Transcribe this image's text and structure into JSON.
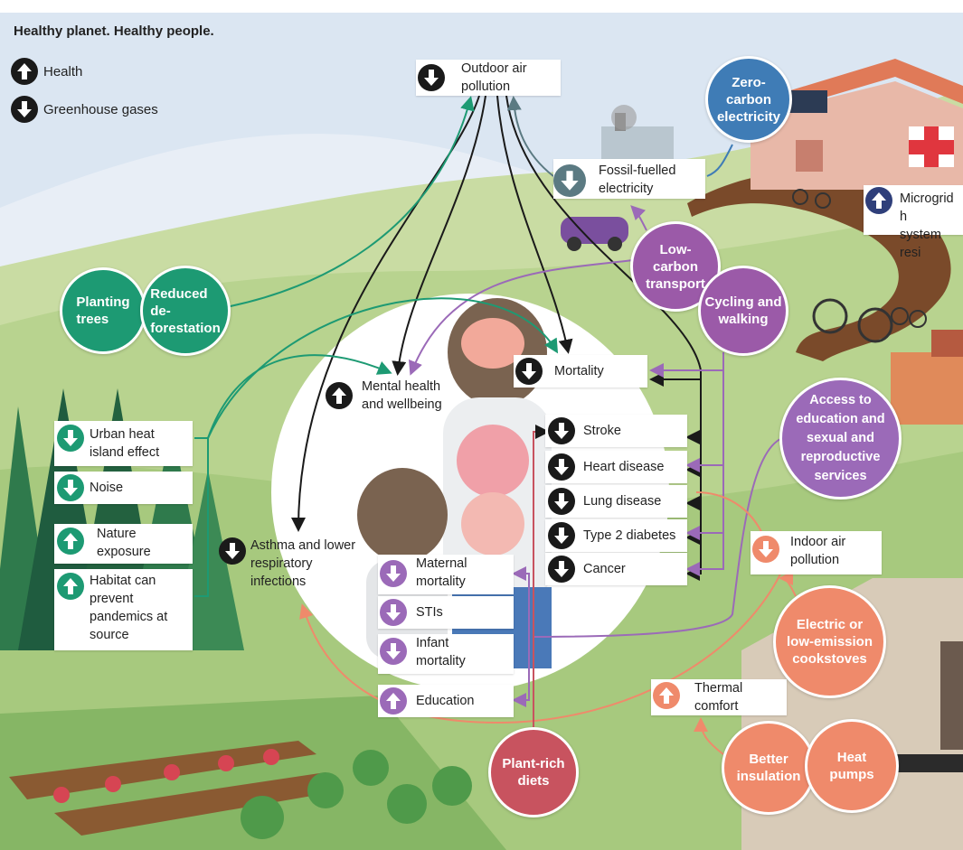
{
  "title": "Healthy planet. Healthy people.",
  "legend": {
    "health": "Health",
    "greenhouse": "Greenhouse gases"
  },
  "colors": {
    "black": "#1a1a1a",
    "green": "#1d9a73",
    "purple": "#9b6ab8",
    "orange": "#ef8a6b",
    "red": "#c8535f",
    "blue": "#3f7cb6",
    "slate": "#5b7a82"
  },
  "interventions": {
    "planting_trees": "Planting\ntrees",
    "reduced_deforestation": "Reduced\nde-\nforestation",
    "zero_carbon": "Zero-\ncarbon\nelectricity",
    "low_carbon_transport": "Low-\ncarbon\ntransport",
    "cycling_walking": "Cycling and\nwalking",
    "access_education": "Access to\neducation and\nsexual and\nreproductive\nservices",
    "cookstoves": "Electric or\nlow-emission\ncookstoves",
    "better_insulation": "Better\ninsulation",
    "heat_pumps": "Heat\npumps",
    "plant_rich_diets": "Plant-rich\ndiets"
  },
  "outcomes": {
    "outdoor_air": "Outdoor air\npollution",
    "fossil_electricity": "Fossil-fuelled\nelectricity",
    "microgrid": "Microgrid h\nsystem resi",
    "mortality": "Mortality",
    "mental_health": "Mental health\nand wellbeing",
    "stroke": "Stroke",
    "heart_disease": "Heart disease",
    "lung_disease": "Lung disease",
    "type2": "Type 2 diabetes",
    "cancer": "Cancer",
    "urban_heat": "Urban heat\nisland effect",
    "noise": "Noise",
    "nature": "Nature\nexposure",
    "habitat": "Habitat can\nprevent\npandemics at\nsource",
    "asthma": "Asthma and lower\nrespiratory\ninfections",
    "maternal": "Maternal\nmortality",
    "stis": "STIs",
    "infant": "Infant\nmortality",
    "education": "Education",
    "indoor_air": "Indoor air\npollution",
    "thermal": "Thermal\ncomfort"
  },
  "icons": {
    "up": "arrow-up-icon",
    "down": "arrow-down-icon"
  }
}
